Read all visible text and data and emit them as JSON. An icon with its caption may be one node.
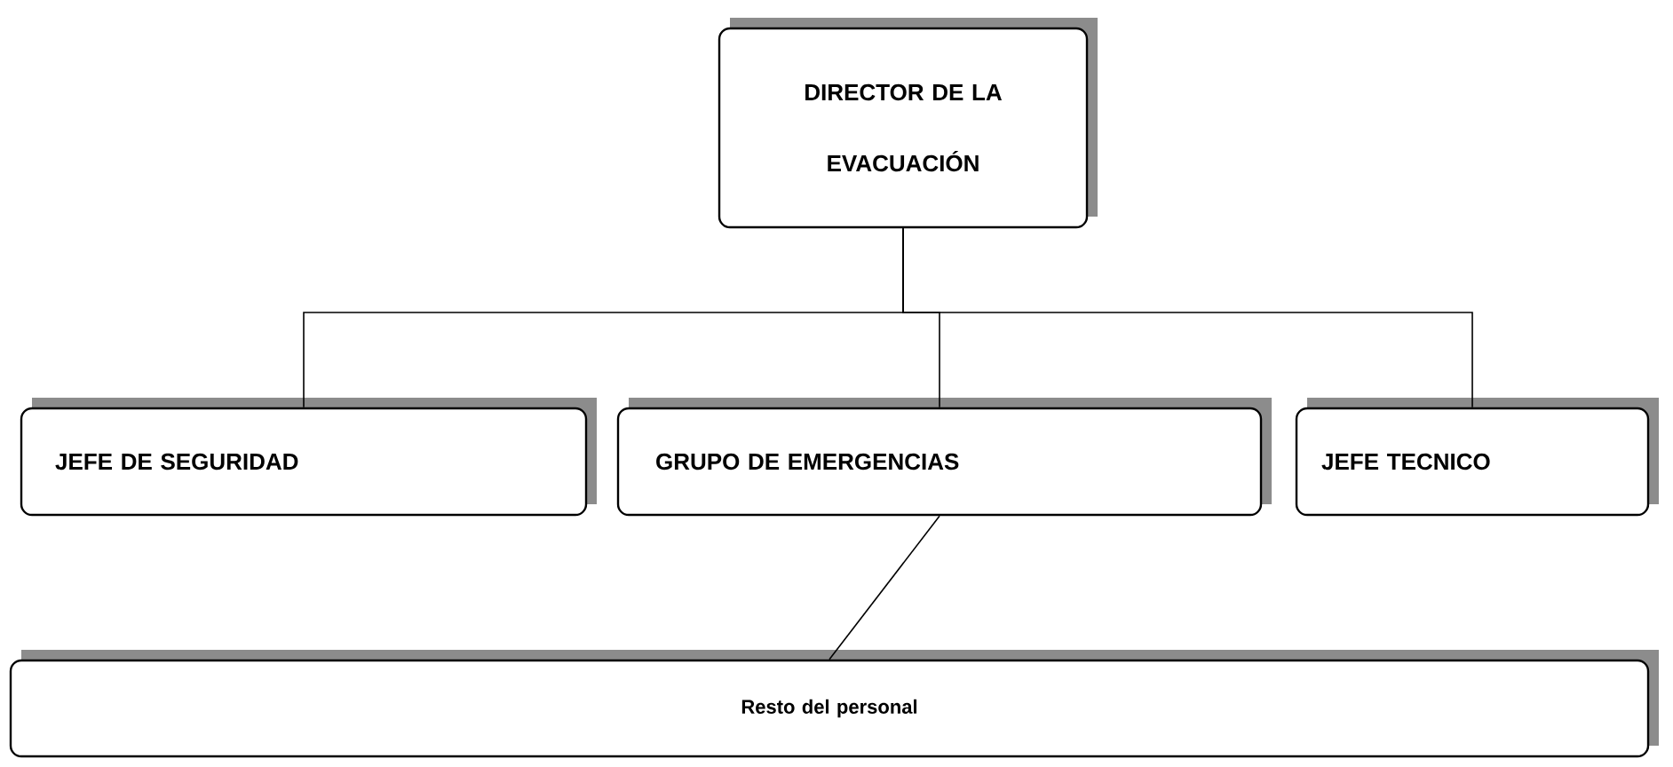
{
  "diagram": {
    "nodes": [
      {
        "text": [
          "DIRECTOR DE LA EVACUACIÓN"
        ]
      },
      {
        "text": [
          "JEFE DE SEGURIDAD"
        ]
      },
      {
        "text": [
          "GRUPO DE EMERGENCIAS"
        ]
      },
      {
        "text": [
          "JEFE TECNICO"
        ]
      },
      {
        "text": [
          "Resto del personal"
        ]
      }
    ],
    "edges": [
      {
        "from": 0,
        "to": 1,
        "arrow": "none"
      },
      {
        "from": 0,
        "to": 2,
        "arrow": "none"
      },
      {
        "from": 0,
        "to": 3,
        "arrow": "none"
      },
      {
        "from": 2,
        "to": 4,
        "arrow": "none"
      }
    ]
  }
}
